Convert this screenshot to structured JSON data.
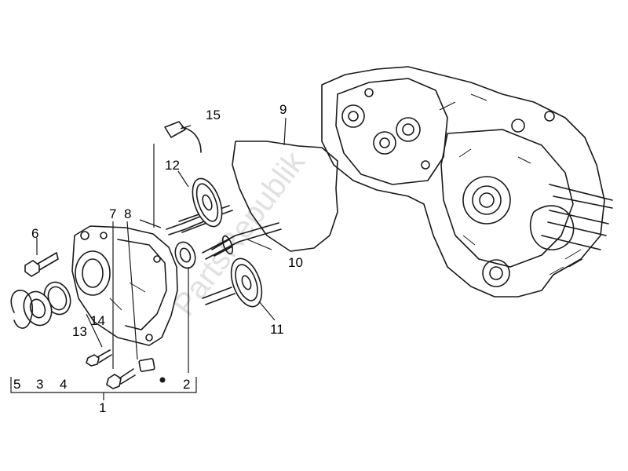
{
  "watermark": "PartsRepublik",
  "labels": {
    "l1": "1",
    "l2": "2",
    "l3": "3",
    "l4": "4",
    "l5": "5",
    "l6": "6",
    "l7": "7",
    "l8": "8",
    "l9": "9",
    "l10": "10",
    "l11": "11",
    "l12": "12",
    "l13": "13",
    "l14": "14",
    "l15": "15"
  }
}
